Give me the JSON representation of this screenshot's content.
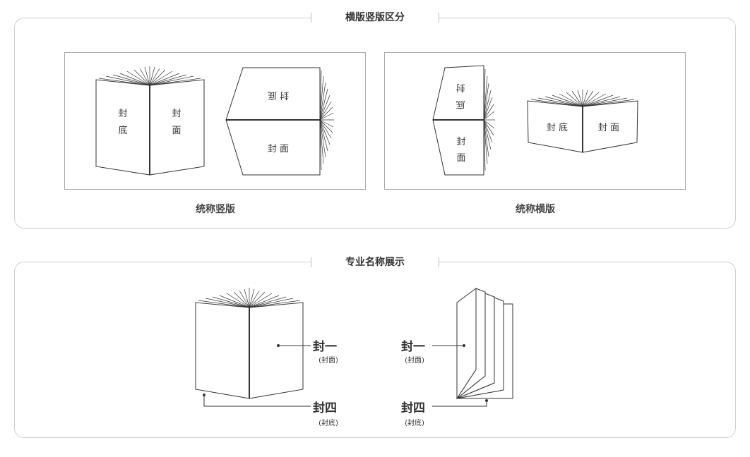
{
  "section1": {
    "title": "横版竖版区分",
    "portrait_caption": "统称竖版",
    "landscape_caption": "统称横版",
    "book_portrait_open": {
      "left_top": "封",
      "left_bottom": "底",
      "right_top": "封",
      "right_bottom": "面"
    },
    "book_portrait_flip": {
      "top": "封 底",
      "bottom": "封 面"
    },
    "book_landscape_flip": {
      "top1": "封",
      "top2": "底",
      "bottom1": "封",
      "bottom2": "面"
    },
    "book_landscape_open": {
      "left": "封 底",
      "right": "封 面"
    }
  },
  "section2": {
    "title": "专业名称展示",
    "cover1": "封一",
    "cover1_sub": "(封面)",
    "cover4": "封四",
    "cover4_sub": "(封底)"
  },
  "colors": {
    "line": "#333333",
    "panel_border": "#cfcfcf",
    "frame_border": "#a9a9a9"
  }
}
